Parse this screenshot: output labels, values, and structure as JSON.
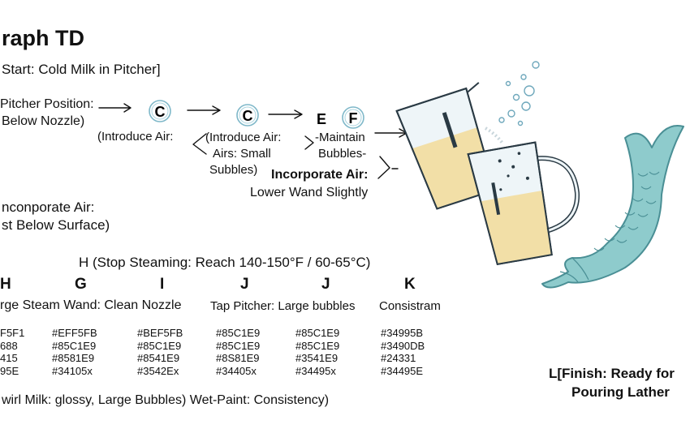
{
  "title": "raph TD",
  "nodes": {
    "start": "Start: Cold Milk in Pitcher]",
    "pitcher_line1": "Pitcher Position:",
    "pitcher_line2": "Below Nozzle)",
    "c1": "C",
    "c2": "C",
    "e": "E",
    "f": "F",
    "introduce1": "(Introduce Air:",
    "introduce2_line1": "(Introduce Air:",
    "introduce2_line2": "Airs: Small",
    "introduce2_line3": "Subbles)",
    "maintain_line1": "-Maintain",
    "maintain_line2": "Bubbles-",
    "incorporate_wand_line1": "Incorporate Air:",
    "incorporate_wand_line2": "Lower Wand Slightly",
    "inconporate_line1": "nconporate Air:",
    "inconporate_line2": "st Below Surface)",
    "stop": "H (Stop Steaming: Reach 140-150°F / 60-65°C)",
    "finish_line1": "L[Finish: Ready for",
    "finish_line2": "Pouring Lather",
    "swirl": "wirl Milk: glossy, Large Bubbles) Wet-Paint: Consistency)"
  },
  "columns": [
    {
      "letter": "H",
      "label": "rge Steam Wand: Clean Nozzle",
      "codes": [
        "F5F1",
        "688",
        "415",
        "95E"
      ]
    },
    {
      "letter": "G",
      "label": "",
      "codes": [
        "#EFF5FB",
        "#85C1E9",
        "#8581E9",
        "#34105x"
      ]
    },
    {
      "letter": "I",
      "label": "",
      "codes": [
        "#BEF5FB",
        "#85C1E9",
        "#8541E9",
        "#3542Ex"
      ]
    },
    {
      "letter": "J",
      "label": "Tap Pitcher: Large bubbles",
      "codes": [
        "#85C1E9",
        "#85C1E9",
        "#8S81E9",
        "#34405x"
      ]
    },
    {
      "letter": "J",
      "label": "",
      "codes": [
        "#85C1E9",
        "#85C1E9",
        "#3541E9",
        "#34495x"
      ]
    },
    {
      "letter": "K",
      "label": "Consistram",
      "codes": [
        "#34995B",
        "#3490DB",
        "#24331",
        "#34495E"
      ]
    }
  ],
  "colors": {
    "text": "#111111",
    "circle": "#7fb8c9",
    "milk": "#f2dfa7",
    "glass": "#e6f0f5",
    "mermaid": "#8ecbcc",
    "mermaid_dark": "#4a8f95"
  },
  "illustration": {
    "pitchers": "pouring-pitchers",
    "bubbles": "bubbles",
    "mermaid_tail": "mermaid-tail"
  }
}
